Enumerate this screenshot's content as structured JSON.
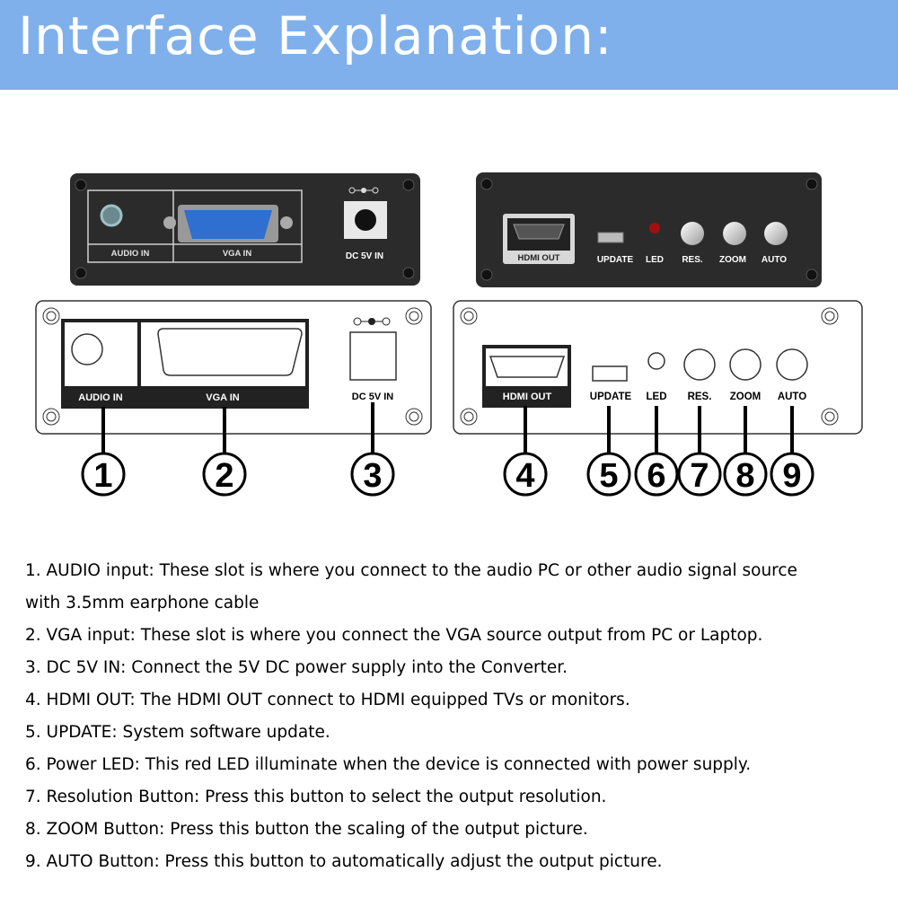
{
  "title": "Interface Explanation:",
  "colors": {
    "banner": "#7fb0ec",
    "device_body": "#2b2b2b",
    "led": "#a01010"
  },
  "photo_left": {
    "labels": {
      "audio": "AUDIO IN",
      "vga": "VGA IN",
      "dc": "DC 5V IN"
    }
  },
  "photo_right": {
    "labels": {
      "hdmi": "HDMI OUT",
      "update": "UPDATE",
      "led": "LED",
      "res": "RES.",
      "zoom": "ZOOM",
      "auto": "AUTO"
    }
  },
  "drawing_left": {
    "labels": {
      "audio": "AUDIO IN",
      "vga": "VGA IN",
      "dc": "DC 5V IN"
    }
  },
  "drawing_right": {
    "labels": {
      "hdmi": "HDMI OUT",
      "update": "UPDATE",
      "led": "LED",
      "res": "RES.",
      "zoom": "ZOOM",
      "auto": "AUTO"
    }
  },
  "callouts": [
    "1",
    "2",
    "3",
    "4",
    "5",
    "6",
    "7",
    "8",
    "9"
  ],
  "descriptions": [
    "1. AUDIO input: These slot is where you connect to the audio PC or other audio signal source",
    "with 3.5mm earphone cable",
    "2. VGA input: These slot is where you connect the VGA source output from PC or Laptop.",
    "3. DC 5V IN: Connect the 5V DC power supply into the Converter.",
    "4. HDMI OUT: The HDMI OUT connect to HDMI equipped TVs or monitors.",
    "5. UPDATE: System software update.",
    "6. Power LED: This red LED illuminate when the device is connected with power supply.",
    "7. Resolution Button: Press this button to select the output resolution.",
    "8. ZOOM Button: Press this button the scaling of the output picture.",
    "9. AUTO Button: Press this button to automatically adjust the output picture."
  ]
}
